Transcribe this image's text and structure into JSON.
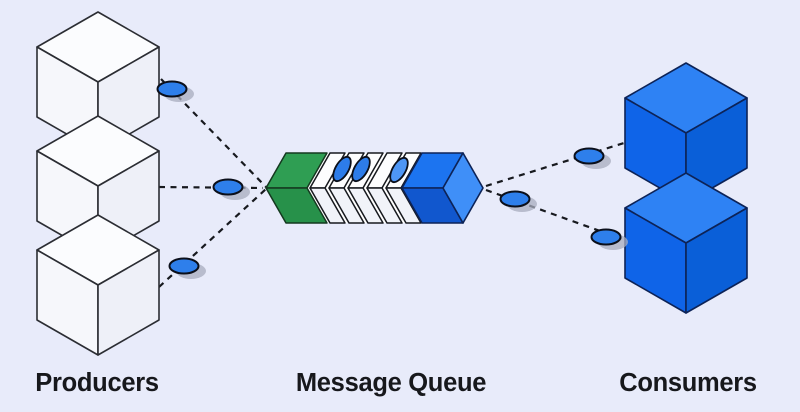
{
  "page": {
    "title": "Message Queue Diagram",
    "background": "#E8EBFA"
  },
  "labels": {
    "producers": "Producers",
    "queue": "Message Queue",
    "consumers": "Consumers"
  },
  "colors": {
    "background": "#E8EBFA",
    "white_cube_top": "#FBFCFE",
    "white_cube_left": "#F6F7FB",
    "white_cube_right": "#EEF0F8",
    "blue_cube_top": "#2E82F4",
    "blue_cube_left": "#0F64E8",
    "blue_cube_right": "#0A5FD8",
    "green_segment_top": "#2F9E53",
    "green_segment_bottom": "#27914A",
    "queue_backing": "#FFFFFF",
    "slot_top": "#FDFDFE",
    "slot_bottom": "#F1F3F9",
    "blue_end_top": "#1C74F0",
    "blue_end_bottom": "#1157CE",
    "blue_end_cap": "#3F8FF8",
    "message_fill": "#2D7CE9",
    "message_fill_alt": "#4E96F5",
    "token_fill": "#2E7FEB",
    "token_shadow": "#A8ACBD",
    "line": "#17191E",
    "text": "#17181C"
  },
  "diagram": {
    "producers_count": 3,
    "consumers_count": 2,
    "queue_slots": 5,
    "queued_messages": 3,
    "in_flight_tokens": 6
  }
}
